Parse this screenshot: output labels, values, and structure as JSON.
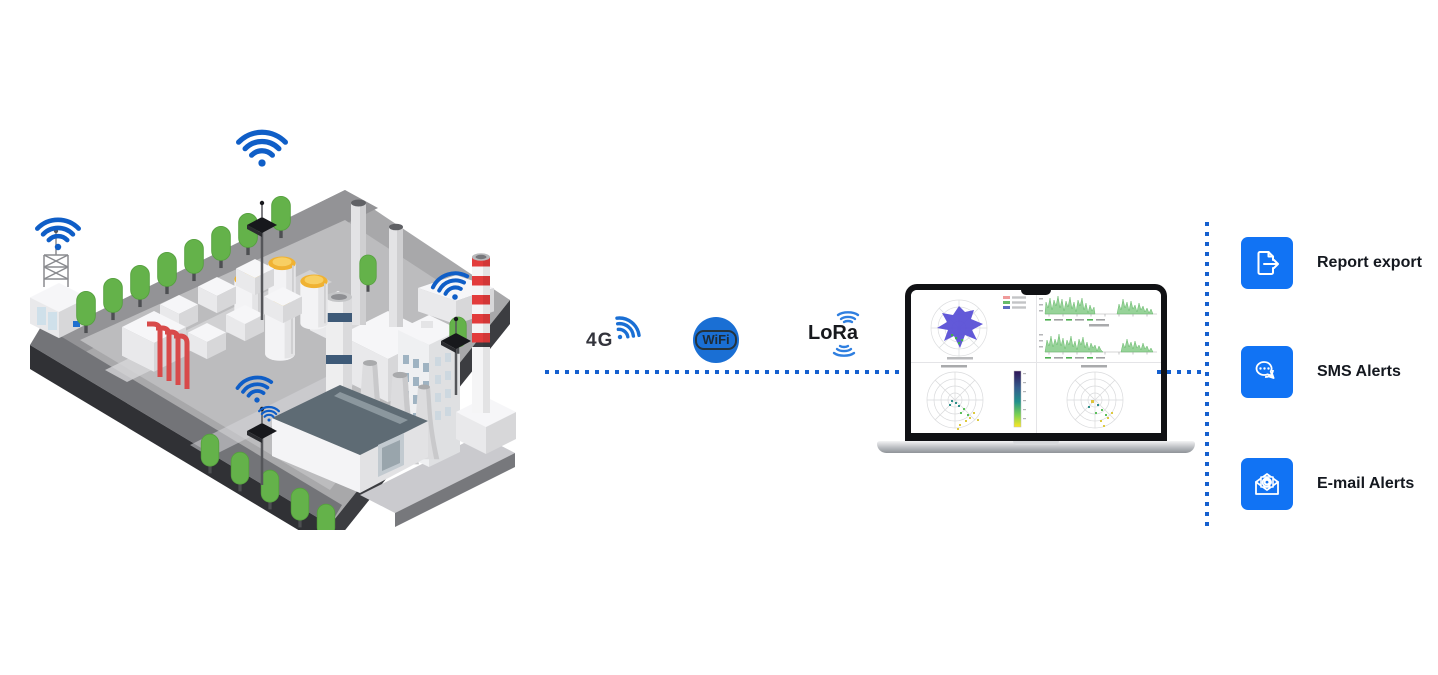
{
  "diagram": {
    "name": "iot-industrial-monitoring-overview",
    "scene": "industrial-plant-with-wireless-sensor-stations"
  },
  "connectivity": {
    "items": [
      {
        "id": "4g",
        "label": "4G",
        "icon": "cellular-signal-icon"
      },
      {
        "id": "wifi",
        "label": "WiFi",
        "icon": "wifi-badge-icon"
      },
      {
        "id": "lora",
        "label": "LoRa",
        "icon": "radio-waves-icon"
      }
    ]
  },
  "laptop": {
    "screen": "monitoring-dashboard",
    "panels": [
      "wind-rose-polar-chart",
      "time-series-green-charts",
      "polar-scatter-with-colorbar",
      "polar-scatter"
    ]
  },
  "outputs": {
    "items": [
      {
        "icon": "document-export-icon",
        "label": "Report export"
      },
      {
        "icon": "chat-bubbles-icon",
        "label": "SMS Alerts"
      },
      {
        "icon": "email-envelope-icon",
        "label": "E-mail Alerts"
      }
    ]
  },
  "colors": {
    "accent_blue": "#1a6fd4",
    "dotted_line_blue": "#1560cf",
    "output_icon_blue": "#1173f4",
    "wifi_signal_blue": "#0f5ec7",
    "tree_green": "#64b24a",
    "pipe_red": "#d84a4a",
    "chimney_stripe_red": "#e23c3c",
    "silo_yellow": "#f0b232",
    "label_text": "#14181f"
  }
}
